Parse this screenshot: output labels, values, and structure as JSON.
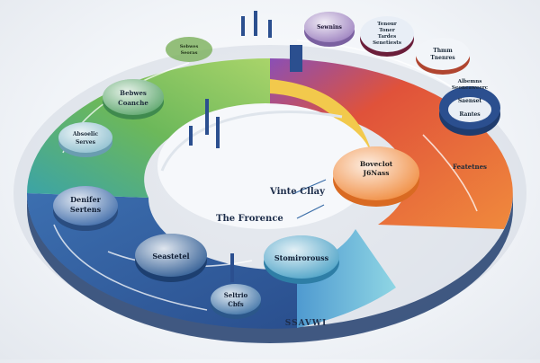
{
  "diagram": {
    "footer_label": "SSAVWI",
    "center_labels": [
      {
        "id": "vinte",
        "text": "Vinte Cllay"
      },
      {
        "id": "frorence",
        "text": "The Frorence"
      }
    ],
    "nodes": [
      {
        "id": "bebwes",
        "text": [
          "Bebwes",
          "Coanche"
        ],
        "color": "#5aa56a"
      },
      {
        "id": "abseotic",
        "text": [
          "Absoelic",
          "Serves"
        ],
        "color": "#8ebfcf"
      },
      {
        "id": "denifer",
        "text": [
          "Denifer",
          "Sertens"
        ],
        "color": "#3d6aa8"
      },
      {
        "id": "seastetel",
        "text": [
          "Seastetel"
        ],
        "color": "#2d5a92"
      },
      {
        "id": "stomirorouss",
        "text": [
          "Stomirorouss"
        ],
        "color": "#4aa1c6"
      },
      {
        "id": "seltrio",
        "text": [
          "Seltrio",
          "Cbfs"
        ],
        "color": "#3e72a6"
      },
      {
        "id": "sewnins",
        "text": [
          "Sewnins"
        ],
        "color": "#9b7fbe"
      },
      {
        "id": "tenour",
        "text": [
          "Tenour",
          "Toner",
          "Tardes",
          "Senetiests"
        ],
        "color": "#8a2a4c"
      },
      {
        "id": "thmm",
        "text": [
          "Thmm",
          "Tnenres"
        ],
        "color": "#e05a3a"
      },
      {
        "id": "abemns",
        "text": [
          "Albemns",
          "Seoneaweerc",
          "Saenset",
          "Rantes"
        ],
        "color": "#2b4f8f"
      },
      {
        "id": "feantes",
        "text": [
          "Featetnes"
        ],
        "color": "#c23e2a"
      },
      {
        "id": "boveclot",
        "text": [
          "Boveclot",
          "J6Nass"
        ],
        "color": "#f08a3c"
      },
      {
        "id": "leaf",
        "text": [
          "Sebwes",
          "Seoras"
        ],
        "color": "#8dc46a"
      }
    ]
  }
}
